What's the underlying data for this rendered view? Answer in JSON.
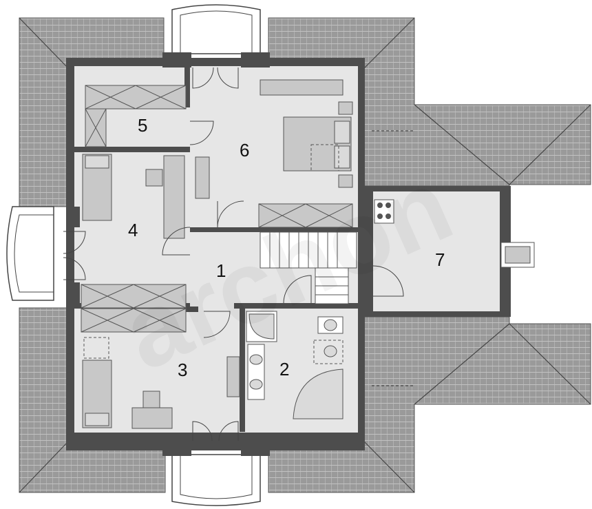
{
  "plan": {
    "rooms": [
      {
        "id": "room-1",
        "label": "1"
      },
      {
        "id": "room-2",
        "label": "2"
      },
      {
        "id": "room-3",
        "label": "3"
      },
      {
        "id": "room-4",
        "label": "4"
      },
      {
        "id": "room-5",
        "label": "5"
      },
      {
        "id": "room-6",
        "label": "6"
      },
      {
        "id": "room-7",
        "label": "7"
      }
    ],
    "watermark": "archon"
  },
  "colors": {
    "roof": "#9a9a9a",
    "wall": "#4d4d4d",
    "floor": "#e6e6e6",
    "furniture": "#c8c8c8"
  }
}
